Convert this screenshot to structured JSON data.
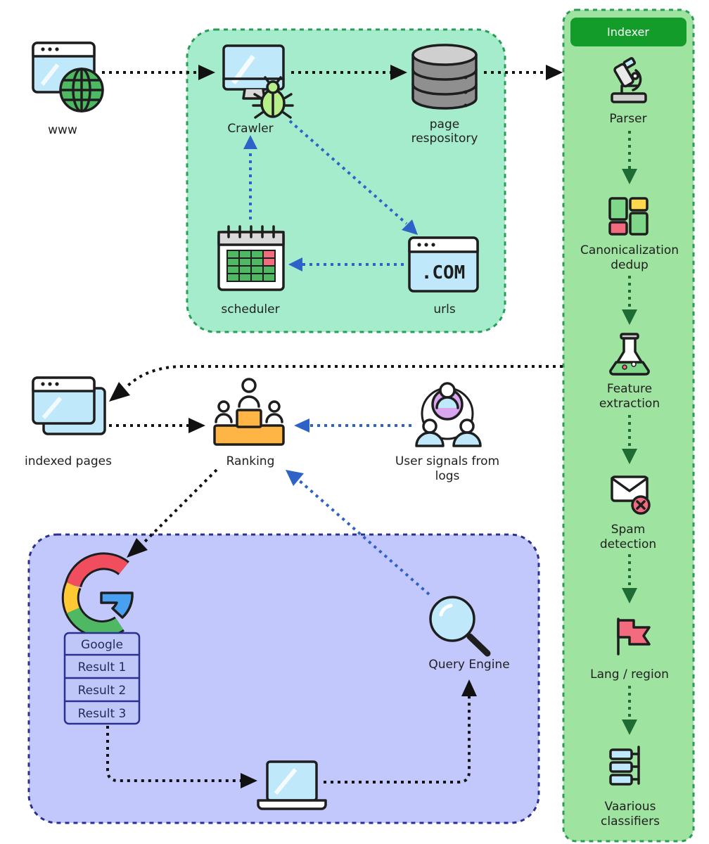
{
  "crawl": {
    "www_label": "www",
    "crawler_label": "Crawler",
    "repository_label_1": "page",
    "repository_label_2": "respository",
    "scheduler_label": "scheduler",
    "urls_label": "urls",
    "urls_icon_text": ".COM"
  },
  "indexer": {
    "header": "Indexer",
    "steps": {
      "parser": "Parser",
      "canonical_1": "Canonicalization",
      "canonical_2": "dedup",
      "feature_1": "Feature",
      "feature_2": "extraction",
      "spam_1": "Spam",
      "spam_2": "detection",
      "lang": "Lang / region",
      "classifiers_1": "Vaarious",
      "classifiers_2": "classifiers"
    }
  },
  "ranking": {
    "indexed_label": "indexed pages",
    "ranking_label": "Ranking",
    "signals_1": "User signals from",
    "signals_2": "logs"
  },
  "serving": {
    "results": [
      "Google",
      "Result 1",
      "Result 2",
      "Result 3"
    ],
    "query_label": "Query Engine"
  },
  "colors": {
    "crawl_panel": "#a5eccc",
    "indexer_panel": "#9fe3a0",
    "indexer_header": "#149c2b",
    "serving_panel": "#c2c8fb",
    "blue_arrow": "#2d63c6",
    "green_arrow": "#1f6b34"
  }
}
